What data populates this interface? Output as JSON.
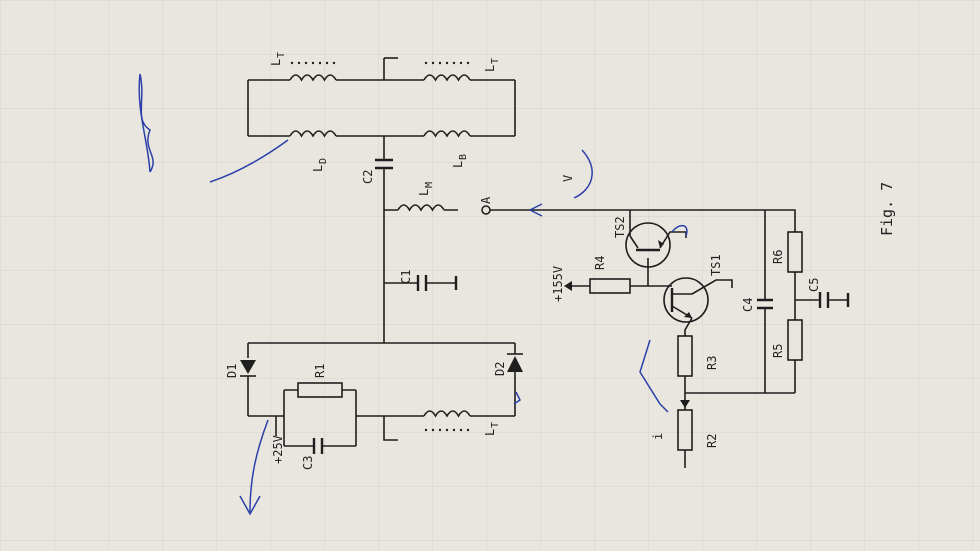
{
  "labels": {
    "lt_top_left": "L",
    "lt_top_left_sub": "T",
    "lt_top_right": "L",
    "lt_top_right_sub": "T",
    "ld": "L",
    "ld_sub": "D",
    "lb": "L",
    "lb_sub": "B",
    "c2": "C2",
    "lm": "L",
    "lm_sub": "M",
    "a": "A",
    "v": "V",
    "c1": "C1",
    "d1": "D1",
    "d2": "D2",
    "r1": "R1",
    "c3": "C3",
    "plus25v": "+25V",
    "lt_bottom": "L",
    "lt_bottom_sub": "T",
    "plus155v": "+155V",
    "r4": "R4",
    "ts2": "TS2",
    "ts1": "TS1",
    "r6": "R6",
    "c4": "C4",
    "c5": "C5",
    "r5": "R5",
    "r3": "R3",
    "r2": "R2",
    "i": "i",
    "figure": "Fig. 7"
  }
}
